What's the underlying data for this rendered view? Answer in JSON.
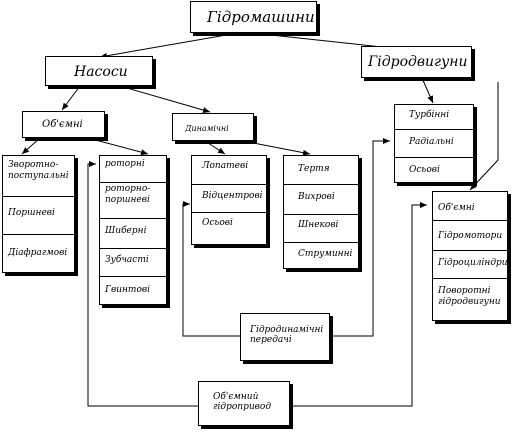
{
  "title": "Гідромашини",
  "nasosy": "Насоси",
  "hidrodvyhuny": "Гідродвигуни",
  "obyemni": "Об'ємні",
  "dynamichni": "Динамічні",
  "zvorotno": {
    "items": [
      "Зворотно-\nпоступальні",
      "Поршневі",
      "Діафрагмові"
    ]
  },
  "rotorni": {
    "items": [
      "роторні",
      "роторно-\nпоршневі",
      "Шиберні",
      "Зубчасті",
      "Гвинтові"
    ]
  },
  "lopatevi": {
    "items": [
      "Лопатеві",
      "Відцентрові",
      "Осьові"
    ]
  },
  "tertya": {
    "items": [
      "Тертя",
      "Вихрові",
      "Шнекові",
      "Струминні"
    ]
  },
  "turbinni": {
    "items": [
      "Турбінні",
      "Радіальні",
      "Осьові"
    ]
  },
  "obyemni_dv": {
    "items": [
      "Об'ємні",
      "Гідромотори",
      "Гідроциліндри",
      "Поворотні\nгідродвигуни"
    ]
  },
  "hydrodyn_peredachi": "Гідродинамічні\nпередачі",
  "obyemnyi_pryvod": "Об'ємний\nгідропривод",
  "colors": {
    "line": "#000000",
    "background": "#ffffff"
  }
}
